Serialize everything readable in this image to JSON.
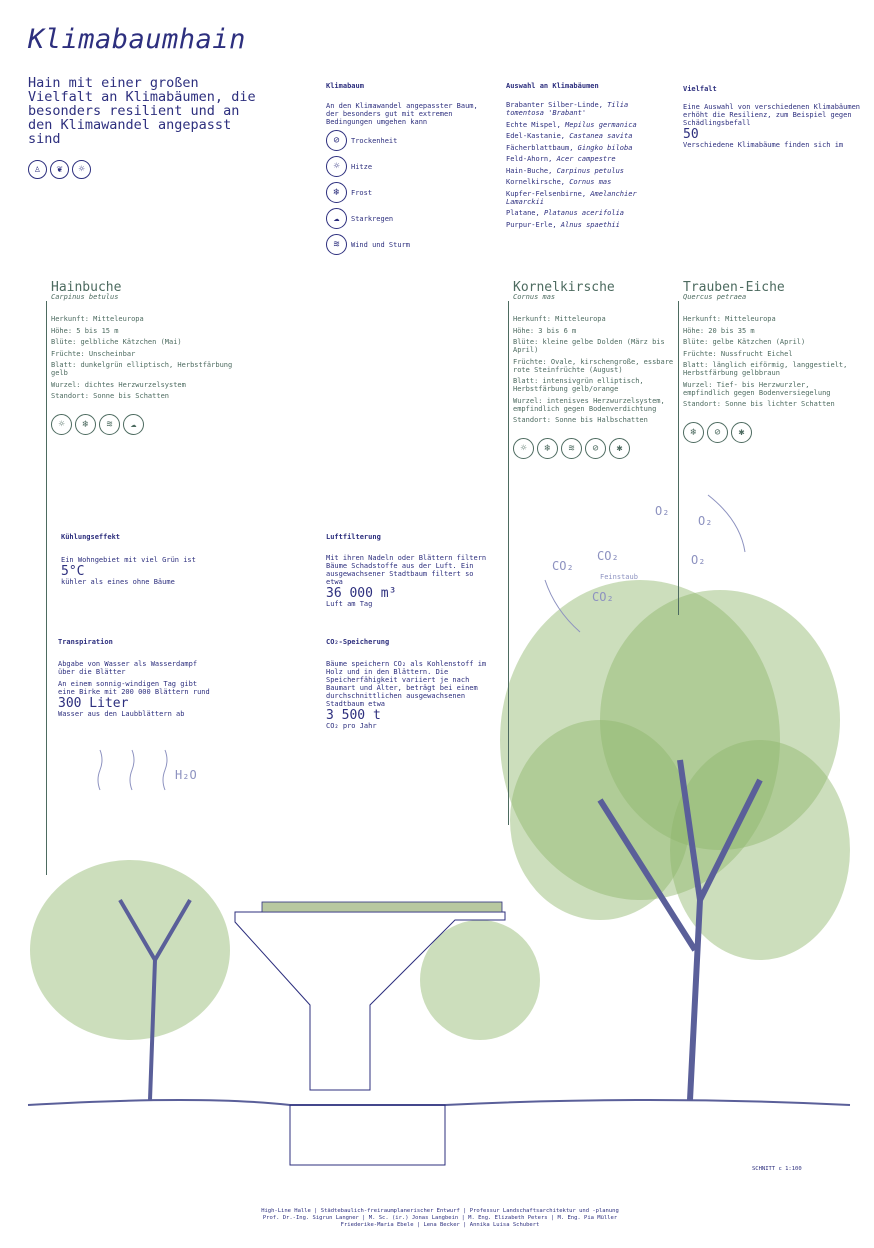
{
  "title": "Klimabaumhain",
  "subtitle": "Hain mit einer großen Vielfalt an Klimabäumen, die besonders resilient und an den Klimawandel angepasst sind",
  "header_icons": [
    "person-icon",
    "leaf-icon",
    "sun-icon"
  ],
  "klimabaum": {
    "heading": "Klimabaum",
    "text": "An den Klimawandel angepasster Baum, der besonders gut mit extremen Bedingungen umgehen kann",
    "items": [
      {
        "icon": "drought-icon",
        "glyph": "⊘",
        "label": "Trockenheit"
      },
      {
        "icon": "sun-icon",
        "glyph": "☼",
        "label": "Hitze"
      },
      {
        "icon": "snowflake-icon",
        "glyph": "❄",
        "label": "Frost"
      },
      {
        "icon": "rain-cloud-icon",
        "glyph": "☁",
        "label": "Starkregen"
      },
      {
        "icon": "wind-icon",
        "glyph": "≋",
        "label": "Wind und Sturm"
      }
    ]
  },
  "auswahl": {
    "heading": "Auswahl an Klimabäumen",
    "items": [
      {
        "name": "Brabanter Silber-Linde, ",
        "latin": "Tilia tomentosa 'Brabant'"
      },
      {
        "name": "Echte Mispel, ",
        "latin": "Mepilus germanica"
      },
      {
        "name": "Edel-Kastanie, ",
        "latin": "Castanea savita"
      },
      {
        "name": "Fächerblattbaum, ",
        "latin": "Gingko biloba"
      },
      {
        "name": "Feld-Ahorn, ",
        "latin": "Acer campestre"
      },
      {
        "name": "Hain-Buche, ",
        "latin": "Carpinus petulus"
      },
      {
        "name": "Kornelkirsche, ",
        "latin": "Cornus mas"
      },
      {
        "name": "Kupfer-Felsenbirne, ",
        "latin": "Amelanchier Lamarckii"
      },
      {
        "name": "Platane, ",
        "latin": "Platanus acerifolia"
      },
      {
        "name": "Purpur-Erle, ",
        "latin": "Alnus spaethii"
      }
    ]
  },
  "vielfalt": {
    "heading": "Vielfalt",
    "text": "Eine Auswahl von verschiedenen Klimabäumen erhöht die Resilienz, zum Beispiel gegen Schädlingsbefall",
    "number": "50",
    "after": "Verschiedene Klimabäume finden sich im"
  },
  "trees": [
    {
      "name": "Hainbuche",
      "latin": "Carpinus betulus",
      "props": [
        "Herkunft: Mitteleuropa",
        "Höhe: 5 bis 15 m",
        "Blüte: gelbliche Kätzchen (Mai)",
        "Früchte: Unscheinbar",
        "Blatt: dunkelgrün elliptisch, Herbstfärbung gelb",
        "Wurzel: dichtes Herzwurzelsystem",
        "Standort: Sonne bis Schatten"
      ],
      "icons": [
        {
          "icon": "sun-icon",
          "glyph": "☼"
        },
        {
          "icon": "snowflake-icon",
          "glyph": "❄"
        },
        {
          "icon": "wind-icon",
          "glyph": "≋"
        },
        {
          "icon": "rain-cloud-icon",
          "glyph": "☁"
        }
      ]
    },
    {
      "name": "Kornelkirsche",
      "latin": "Cornus mas",
      "props": [
        "Herkunft: Mitteleuropa",
        "Höhe: 3 bis 6 m",
        "Blüte: kleine gelbe Dolden (März bis April)",
        "Früchte: Ovale, kirschengroße, essbare rote Steinfrüchte (August)",
        "Blatt: intensivgrün elliptisch, Herbstfärbung gelb/orange",
        "Wurzel: intenisves Herzwurzelsystem, empfindlich gegen Bodenverdichtung",
        "Standort: Sonne bis Halbschatten"
      ],
      "icons": [
        {
          "icon": "sun-icon",
          "glyph": "☼"
        },
        {
          "icon": "snowflake-icon",
          "glyph": "❄"
        },
        {
          "icon": "wind-icon",
          "glyph": "≋"
        },
        {
          "icon": "drought-icon",
          "glyph": "⊘"
        },
        {
          "icon": "pest-icon",
          "glyph": "✱"
        }
      ]
    },
    {
      "name": "Trauben-Eiche",
      "latin": "Quercus petraea",
      "props": [
        "Herkunft: Mitteleuropa",
        "Höhe: 20 bis 35 m",
        "Blüte: gelbe Kätzchen (April)",
        "Früchte: Nussfrucht Eichel",
        "Blatt: länglich eiförmig, langgestielt, Herbstfärbung gelbbraun",
        "Wurzel: Tief- bis Herzwurzler, empfindlich gegen Bodenversiegelung",
        "Standort: Sonne bis lichter Schatten"
      ],
      "icons": [
        {
          "icon": "snowflake-icon",
          "glyph": "❄"
        },
        {
          "icon": "drought-icon",
          "glyph": "⊘"
        },
        {
          "icon": "pest-icon",
          "glyph": "✱"
        }
      ]
    }
  ],
  "kuehlung": {
    "heading": "Kühlungseffekt",
    "text": "Ein Wohngebiet mit viel Grün ist",
    "number": "5°C",
    "after": "kühler als eines ohne Bäume"
  },
  "luft": {
    "heading": "Luftfilterung",
    "text": "Mit ihren Nadeln oder Blättern filtern Bäume Schadstoffe aus der Luft. Ein ausgewachsener Stadtbaum filtert so etwa",
    "number": "36 000 m³",
    "after": "Luft am Tag"
  },
  "transpiration": {
    "heading": "Transpiration",
    "text1": "Abgabe von Wasser als Wasserdampf über die Blätter",
    "text2": "An einem sonnig-windigen Tag gibt eine Birke mit 200 000 Blättern rund",
    "number": "300 Liter",
    "after": "Wasser aus den Laubblättern ab"
  },
  "co2": {
    "heading": "CO₂-Speicherung",
    "text": "Bäume speichern CO₂ als Kohlenstoff im Holz und in den Blättern. Die Speicherfähigkeit variiert je nach Baumart und Alter, beträgt bei einem durchschnittlichen ausgewachsenen Stadtbaum etwa",
    "number": "3 500 t",
    "after": "CO₂ pro Jahr"
  },
  "diagram": {
    "h2o": "H₂O",
    "o2": "O₂",
    "co2": "CO₂",
    "feinstaub": "Feinstaub"
  },
  "scale": "SCHNITT c 1:100",
  "footer": [
    "High-Line Halle | Städtebaulich-freiraumplanerischer Entwurf | Professur Landschaftsarchitektur und -planung",
    "Prof. Dr.-Ing. Sigrun Langner | M. Sc. (ir.) Jonas Langbein | M. Eng. Elizabeth Peters | M. Eng. Pia Müller",
    "Friederike-Maria Ebele | Lena Becker | Annika Luisa Schubert"
  ],
  "colors": {
    "navy": "#2d2f7e",
    "tree_text": "#4d6b60",
    "foliage": "#8fb56a"
  }
}
